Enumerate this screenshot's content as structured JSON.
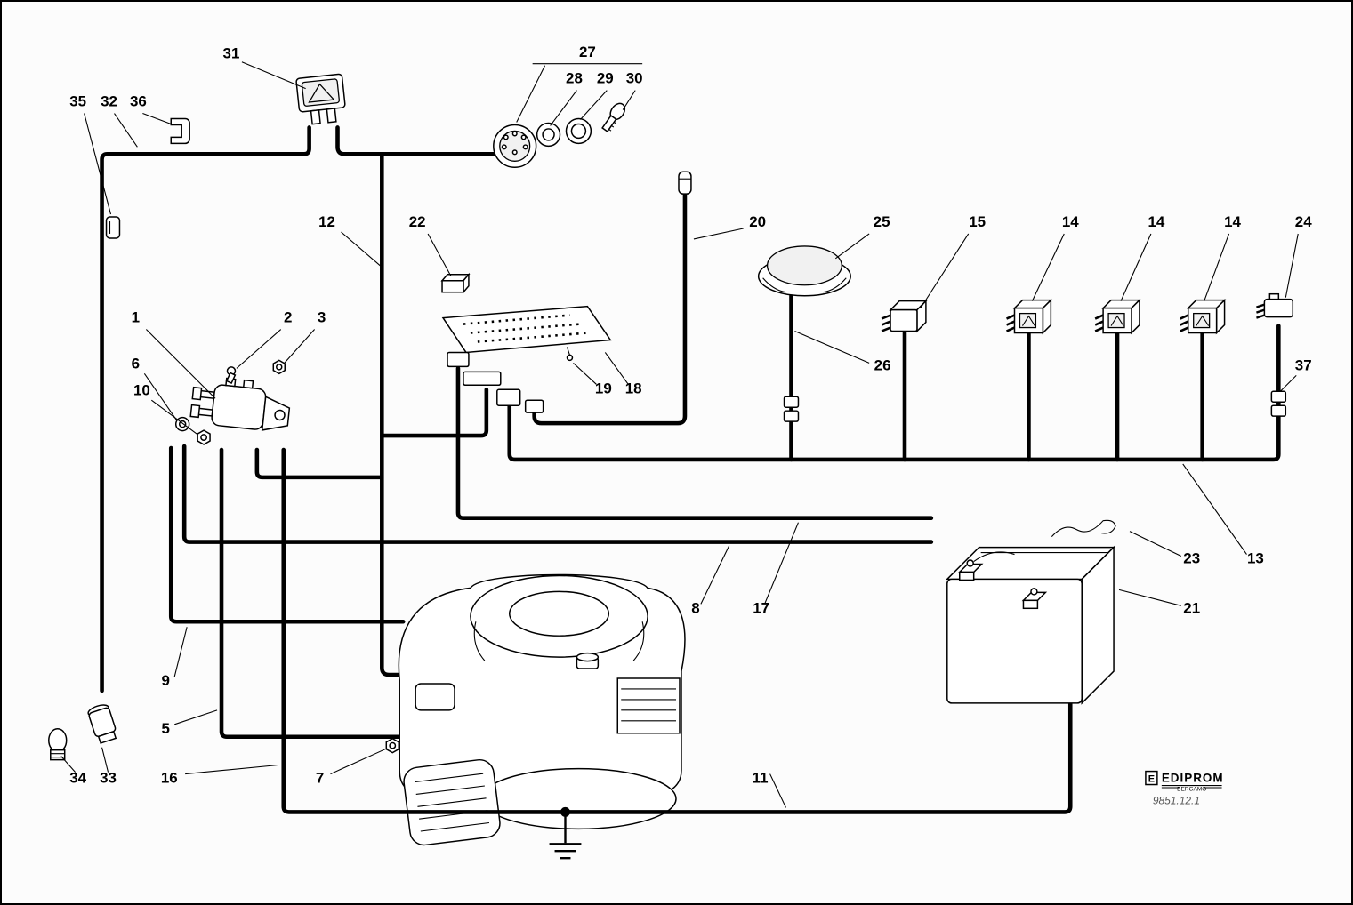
{
  "diagram": {
    "callouts": {
      "c1": "1",
      "c2": "2",
      "c3": "3",
      "c5": "5",
      "c6": "6",
      "c7": "7",
      "c8": "8",
      "c9": "9",
      "c10": "10",
      "c11": "11",
      "c12": "12",
      "c13": "13",
      "c14a": "14",
      "c14b": "14",
      "c14c": "14",
      "c15": "15",
      "c16": "16",
      "c17": "17",
      "c18": "18",
      "c19": "19",
      "c20": "20",
      "c21": "21",
      "c22": "22",
      "c23": "23",
      "c24": "24",
      "c25": "25",
      "c26": "26",
      "c27": "27",
      "c28": "28",
      "c29": "29",
      "c30": "30",
      "c31": "31",
      "c32": "32",
      "c33": "33",
      "c34": "34",
      "c35": "35",
      "c36": "36",
      "c37": "37"
    },
    "colors": {
      "wire": "#000000",
      "background": "#fcfcfc"
    }
  },
  "logo": {
    "mark": "E",
    "brand": "EDIPROM",
    "sub": "BERGAMO",
    "code": "9851.12.1"
  }
}
